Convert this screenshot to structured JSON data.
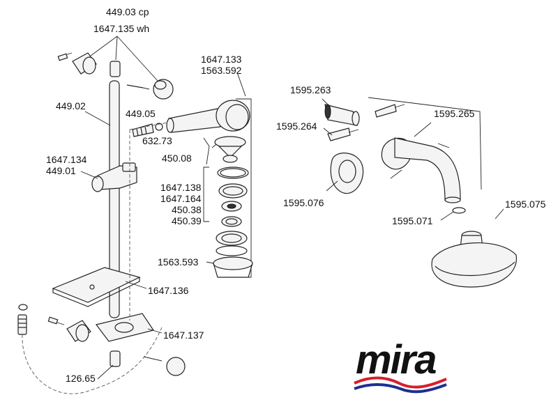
{
  "diagram": {
    "labels": {
      "l449_03": "449.03 cp",
      "l1647_135": "1647.135  wh",
      "l1647_133": "1647.133",
      "l1563_592": "1563.592",
      "l449_02": "449.02",
      "l449_05": "449.05",
      "l632_73": "632.73",
      "l450_08": "450.08",
      "l1647_134": "1647.134",
      "l449_01": "449.01",
      "l1647_138": "1647.138",
      "l1647_164": "1647.164",
      "l450_38": "450.38",
      "l450_39": "450.39",
      "l1563_593": "1563.593",
      "l1647_136": "1647.136",
      "l1647_137": "1647.137",
      "l126_65": "126.65",
      "l1595_263": "1595.263",
      "l1595_264": "1595.264",
      "l1595_265": "1595.265",
      "l1595_076": "1595.076",
      "l1595_071": "1595.071",
      "l1595_075": "1595.075"
    },
    "logo": {
      "text": "mira",
      "wave_red": "#d81e2a",
      "wave_blue": "#1d2f8f"
    }
  }
}
